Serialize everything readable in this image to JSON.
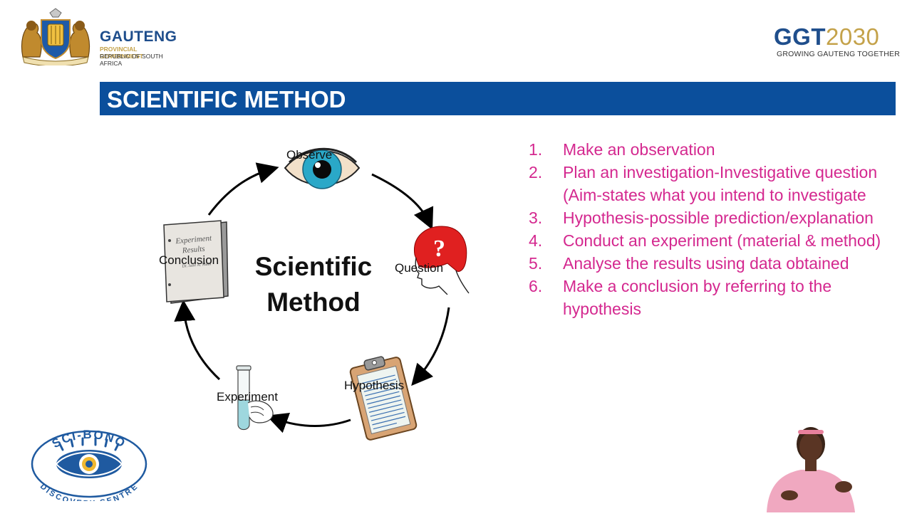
{
  "header": {
    "gauteng": {
      "name": "GAUTENG",
      "line1": "PROVINCIAL GOVERNMENT",
      "line2": "REPUBLIC OF SOUTH AFRICA"
    },
    "ggt": {
      "prefix": "GGT",
      "year": "2030",
      "tagline": "GROWING GAUTENG TOGETHER"
    }
  },
  "banner": {
    "title": "SCIENTIFIC METHOD"
  },
  "diagram": {
    "center_line1": "Scientific",
    "center_line2": "Method",
    "stages": {
      "observe": "Observe",
      "question": "Question",
      "hypothesis": "Hypothesis",
      "experiment": "Experiment",
      "conclusion": "Conclusion"
    },
    "book_text": {
      "line1": "Experiment",
      "line2": "Results",
      "line3": "Dr. Jane A. Math"
    }
  },
  "steps": [
    {
      "num": "1.",
      "text": "Make an observation"
    },
    {
      "num": "2.",
      "text": "Plan an investigation-Investigative question (Aim-states what you intend to investigate"
    },
    {
      "num": "3.",
      "text": "Hypothesis-possible prediction/explanation"
    },
    {
      "num": "4.",
      "text": "Conduct an experiment (material & method)"
    },
    {
      "num": "5.",
      "text": "Analyse the results using data obtained"
    },
    {
      "num": "6.",
      "text": "Make a conclusion by referring to the hypothesis"
    }
  ],
  "footer": {
    "scibono_top": "SCI-BONO",
    "scibono_bottom": "DISCOVERY CENTRE"
  },
  "colors": {
    "banner": "#0b4f9c",
    "list_text": "#d4288f",
    "brand_blue": "#1f4e8c",
    "gold": "#c4a24a"
  },
  "icons": [
    "coat-of-arms-icon",
    "eye-icon",
    "head-question-icon",
    "clipboard-icon",
    "test-tube-hand-icon",
    "book-icon",
    "scibono-eye-logo"
  ]
}
